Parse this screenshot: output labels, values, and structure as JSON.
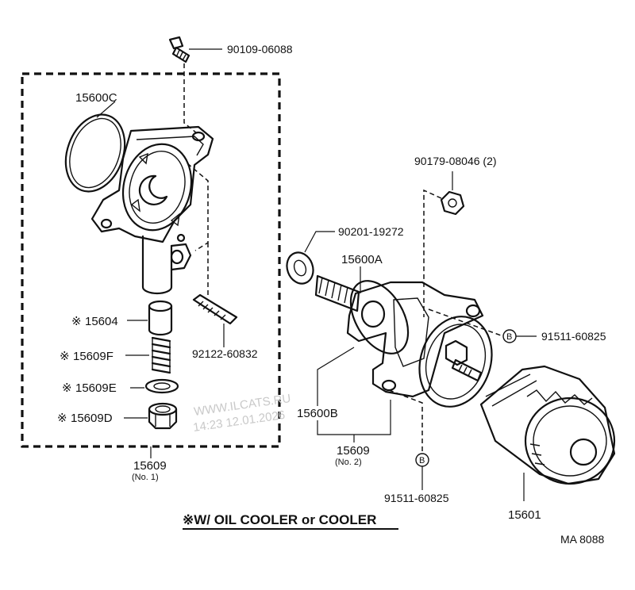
{
  "parts": {
    "p90109": "90109-06088",
    "p15600C": "15600C",
    "p15604": "15604",
    "p15609F": "15609F",
    "p15609E": "15609E",
    "p15609D": "15609D",
    "p92122": "92122-60832",
    "p15609_left": "15609",
    "no1": "(No. 1)",
    "p90179": "90179-08046 (2)",
    "p90201": "90201-19272",
    "p15600A": "15600A",
    "p91511_right": "91511-60825",
    "p15600B": "15600B",
    "p15609_right": "15609",
    "no2": "(No. 2)",
    "p91511_bottom": "91511-60825",
    "p15601": "15601",
    "marker_b": "B",
    "mark_symbol": "※"
  },
  "note": "※W/ OIL  COOLER or COOLER",
  "code": "MA  8088",
  "watermark": {
    "line1": "WWW.ILCATS.RU",
    "line2": "14:23 12.01.2026"
  }
}
